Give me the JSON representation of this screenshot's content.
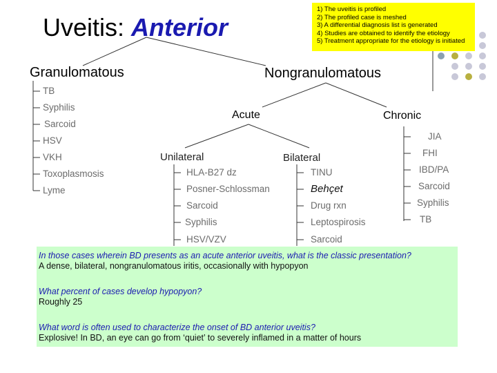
{
  "title": {
    "prefix": "Uveitis: ",
    "accent": "Anterior"
  },
  "steps": [
    "1) The uveitis is profiled",
    "2) The profiled case is meshed",
    "3) A differential diagnosis list is generated",
    "4) Studies are obtained to identify the etiology",
    "5) Treatment appropriate for the etiology is initiated"
  ],
  "granulomatous": {
    "label": "Granulomatous",
    "items": [
      "TB",
      "Syphilis",
      "Sarcoid",
      "HSV",
      "VKH",
      "Toxoplasmosis",
      "Lyme"
    ]
  },
  "nongranulomatous": {
    "label": "Nongranulomatous",
    "acute": {
      "label": "Acute",
      "unilateral": {
        "label": "Unilateral",
        "items": [
          "HLA-B27 dz",
          "Posner-Schlossman",
          "Sarcoid",
          "Syphilis",
          "HSV/VZV"
        ]
      },
      "bilateral": {
        "label": "Bilateral",
        "items": [
          "TINU",
          "Behçet",
          "Drug rxn",
          "Leptospirosis",
          "Sarcoid"
        ]
      }
    },
    "chronic": {
      "label": "Chronic",
      "items": [
        "JIA",
        "FHI",
        "IBD/PA",
        "Sarcoid",
        "Syphilis",
        "TB"
      ]
    }
  },
  "qa": [
    {
      "q": "In those cases wherein BD presents as an acute anterior uveitis, what is the classic presentation?",
      "a": "A dense, bilateral, nongranulomatous iritis, occasionally with hypopyon"
    },
    {
      "q": "What percent of cases develop hypopyon?",
      "a": "Roughly 25"
    },
    {
      "q": "What word is often used to characterize the onset of BD anterior uveitis?",
      "a": "Explosive! In BD, an eye can go from ‘quiet’ to severely inflamed in a matter of hours"
    }
  ],
  "colors": {
    "accent_blue": "#1a1ab0",
    "steps_box": "#ffff00",
    "qa_box": "#ccffcc",
    "dot_olive": "#b8b040",
    "dot_slate": "#8ca0b0",
    "dot_lilac": "#c8c8d8"
  }
}
